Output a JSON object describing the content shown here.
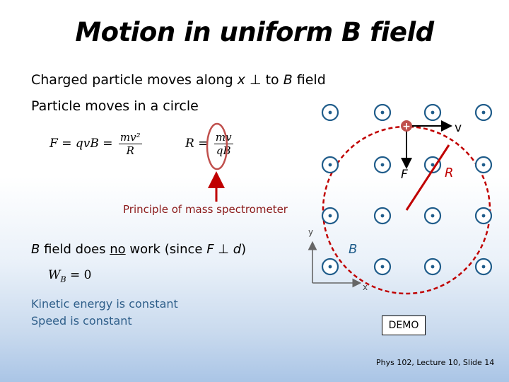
{
  "slide": {
    "title": "Motion in uniform B field",
    "line1": {
      "prefix": "Charged particle moves along ",
      "x": "x",
      "perp": "⊥",
      "mid": " to ",
      "B": "B",
      "suffix": " field"
    },
    "line2": "Particle moves in a circle",
    "eq_force": {
      "F": "F",
      "eq": " = ",
      "qvB": "qvB",
      "eq2": " = ",
      "num": "mv²",
      "den": "R"
    },
    "eq_radius": {
      "R": "R",
      "eq": " = ",
      "num": "mv",
      "den": "qB"
    },
    "principle": "Principle of mass spectrometer",
    "bwork": {
      "B": "B",
      "prefix": " field does ",
      "no": "no",
      "mid": " work (since ",
      "F": "F",
      "perp": " ⊥ ",
      "d": "d",
      "suffix": ")"
    },
    "work_eq": {
      "W": "W",
      "sub": "B",
      "rest": " = 0"
    },
    "kinetic": "Kinetic energy is constant",
    "speed": "Speed is constant",
    "demo": "DEMO",
    "footer": "Phys 102, Lecture 10, Slide 14"
  },
  "diagram": {
    "v_label": "v",
    "F_label": "F",
    "R_label": "R",
    "B_label": "B",
    "plus": "+",
    "axis_y": "y",
    "axis_x": "x",
    "colors": {
      "field_symbol": "#1f5c8a",
      "accent": "#c00000",
      "highlight": "#c0504d"
    }
  }
}
